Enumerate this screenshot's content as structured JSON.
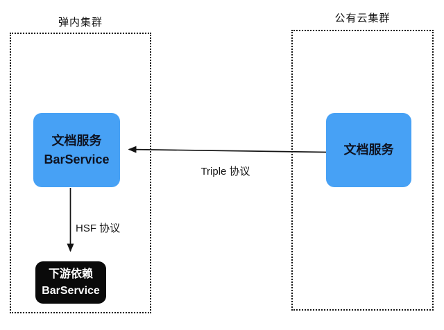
{
  "diagram": {
    "clusters": [
      {
        "label": "弹内集群"
      },
      {
        "label": "公有云集群"
      }
    ],
    "nodes": [
      {
        "title": "文档服务",
        "subtitle": "BarService"
      },
      {
        "title": "文档服务",
        "subtitle": ""
      },
      {
        "title": "下游依赖",
        "subtitle": "BarService"
      }
    ],
    "edges": [
      {
        "label": "Triple 协议"
      },
      {
        "label": "HSF 协议"
      }
    ],
    "colors": {
      "node_blue": "#47A1F5",
      "node_black": "#0A0A0A",
      "node_text_dark": "#0E1220",
      "node_text_light": "#FFFFFF",
      "line": "#141414",
      "background": "#FFFFFF"
    }
  }
}
